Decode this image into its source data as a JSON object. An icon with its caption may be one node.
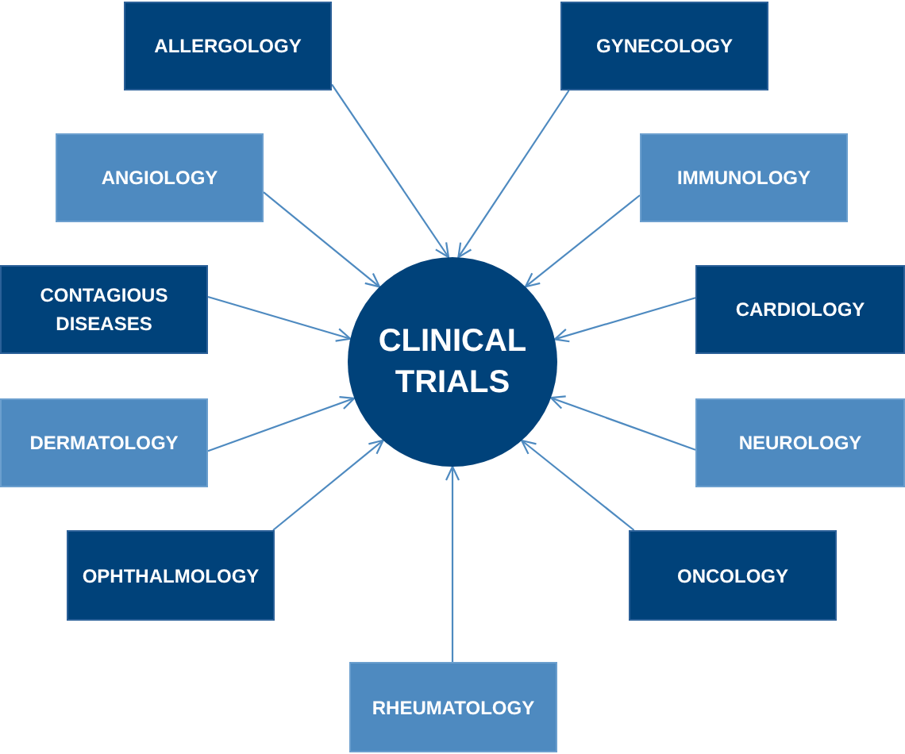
{
  "diagram": {
    "nodes": [
      {
        "text": [
          "ALLERGOLOGY"
        ]
      },
      {
        "text": [
          "GYNECOLOGY"
        ]
      },
      {
        "text": [
          "ANGIOLOGY"
        ]
      },
      {
        "text": [
          "IMMUNOLOGY"
        ]
      },
      {
        "text": [
          "CONTAGIOUS DISEASES"
        ]
      },
      {
        "text": [
          "CLINICAL TRIALS"
        ]
      },
      {
        "text": [
          "CARDIOLOGY"
        ]
      },
      {
        "text": [
          "DERMATOLOGY"
        ]
      },
      {
        "text": [
          "NEUROLOGY"
        ]
      },
      {
        "text": [
          "OPHTHALMOLOGY"
        ]
      },
      {
        "text": [
          "ONCOLOGY"
        ]
      },
      {
        "text": [
          "RHEUMATOLOGY"
        ]
      }
    ],
    "edges": [
      {
        "from": 0,
        "to": 5,
        "arrow": "to"
      },
      {
        "from": 1,
        "to": 5,
        "arrow": "to"
      },
      {
        "from": 2,
        "to": 5,
        "arrow": "to"
      },
      {
        "from": 3,
        "to": 5,
        "arrow": "to"
      },
      {
        "from": 4,
        "to": 5,
        "arrow": "to"
      },
      {
        "from": 6,
        "to": 5,
        "arrow": "to"
      },
      {
        "from": 7,
        "to": 5,
        "arrow": "to"
      },
      {
        "from": 8,
        "to": 5,
        "arrow": "to"
      },
      {
        "from": 9,
        "to": 5,
        "arrow": "to"
      },
      {
        "from": 10,
        "to": 5,
        "arrow": "to"
      },
      {
        "from": 11,
        "to": 5,
        "arrow": "to"
      }
    ]
  }
}
